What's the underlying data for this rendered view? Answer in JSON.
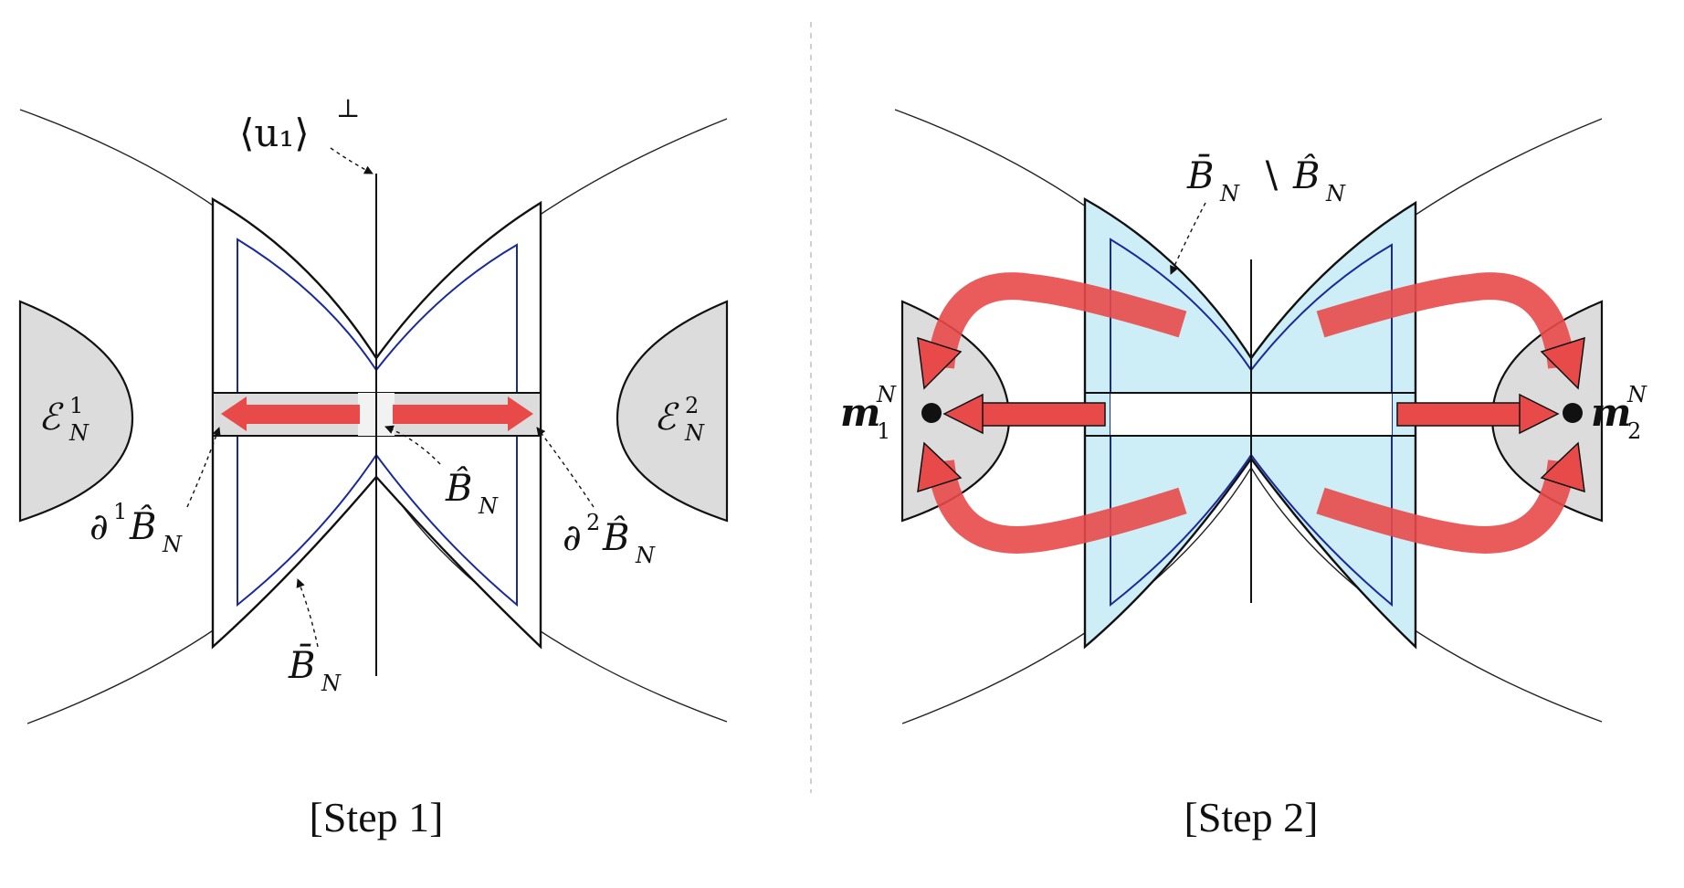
{
  "panels": [
    {
      "caption": "[Step 1]",
      "label_perp": "⟨u₁⟩",
      "label_perp_sup": "⊥",
      "label_E1": "ℰ",
      "label_E1_sup": "1",
      "label_E1_sub": "N",
      "label_E2": "ℰ",
      "label_E2_sup": "2",
      "label_E2_sub": "N",
      "label_boundary1": "∂",
      "label_boundary1_sup": "1",
      "label_boundary1_B": "B̂",
      "label_boundary1_sub": "N",
      "label_boundary2": "∂",
      "label_boundary2_sup": "2",
      "label_boundary2_B": "B̂",
      "label_boundary2_sub": "N",
      "label_Bhat": "B̂",
      "label_Bhat_sub": "N",
      "label_Bbar": "B̄",
      "label_Bbar_sub": "N"
    },
    {
      "caption": "[Step 2]",
      "label_top_left": "B̄",
      "label_top_left_sub": "N",
      "label_top_mid": "∖",
      "label_top_right": "B̂",
      "label_top_right_sub": "N",
      "label_m1": "m",
      "label_m1_sub": "1",
      "label_m1_sup": "N",
      "label_m2": "m",
      "label_m2_sub": "2",
      "label_m2_sup": "N"
    }
  ],
  "colors": {
    "arrow_red": "#e84a4a",
    "region_blue": "#cdeef6",
    "region_gray": "#dcdcdc",
    "inner_blue": "#1a2a9a"
  }
}
